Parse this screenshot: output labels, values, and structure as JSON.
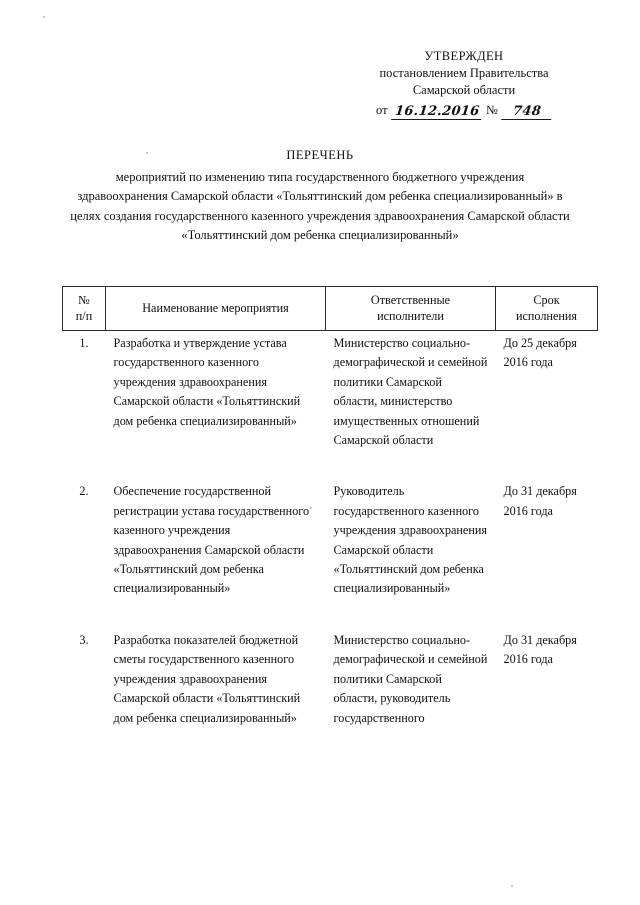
{
  "approval": {
    "title": "УТВЕРЖДЕН",
    "line2": "постановлением Правительства",
    "line3": "Самарской области",
    "date_label": "от",
    "date_value": "16.12.2016",
    "number_label": "№",
    "number_value": "748"
  },
  "title": {
    "heading": "ПЕРЕЧЕНЬ",
    "subtitle": "мероприятий по изменению типа государственного бюджетного учреждения здравоохранения Самарской области «Тольяттинский дом ребенка специализированный» в целях создания государственного казенного учреждения здравоохранения Самарской области «Тольяттинский дом ребенка специализированный»"
  },
  "table": {
    "headers": [
      "№ п/п",
      "Наименование мероприятия",
      "Ответственные исполнители",
      "Срок исполнения"
    ],
    "header_num_line1": "№",
    "header_num_line2": "п/п",
    "header_resp_line1": "Ответственные",
    "header_resp_line2": "исполнители",
    "header_term_line1": "Срок",
    "header_term_line2": "исполнения",
    "rows": [
      {
        "num": "1.",
        "name": "Разработка и утверждение устава государственного казенного учреждения здравоохранения Самарской области «Тольяттинский дом ребенка специализированный»",
        "responsible": "Министерство социально-демографической и семейной политики Самарской области, министерство имущественных отношений Самарской области",
        "term": "До 25 декабря 2016 года"
      },
      {
        "num": "2.",
        "name": "Обеспечение государственной регистрации устава государственного казенного учреждения здравоохранения Самарской области «Тольяттинский дом ребенка специализированный»",
        "responsible": "Руководитель государственного казенного учреждения здравоохранения Самарской области «Тольяттинский дом ребенка специализированный»",
        "term": "До 31 декабря 2016 года"
      },
      {
        "num": "3.",
        "name": "Разработка показателей бюджетной сметы государственного казенного учреждения здравоохранения Самарской области «Тольяттинский дом ребенка специализированный»",
        "responsible": "Министерство социально-демографической и семейной политики Самарской области, руководитель государственного",
        "term": "До 31 декабря 2016 года"
      }
    ]
  }
}
